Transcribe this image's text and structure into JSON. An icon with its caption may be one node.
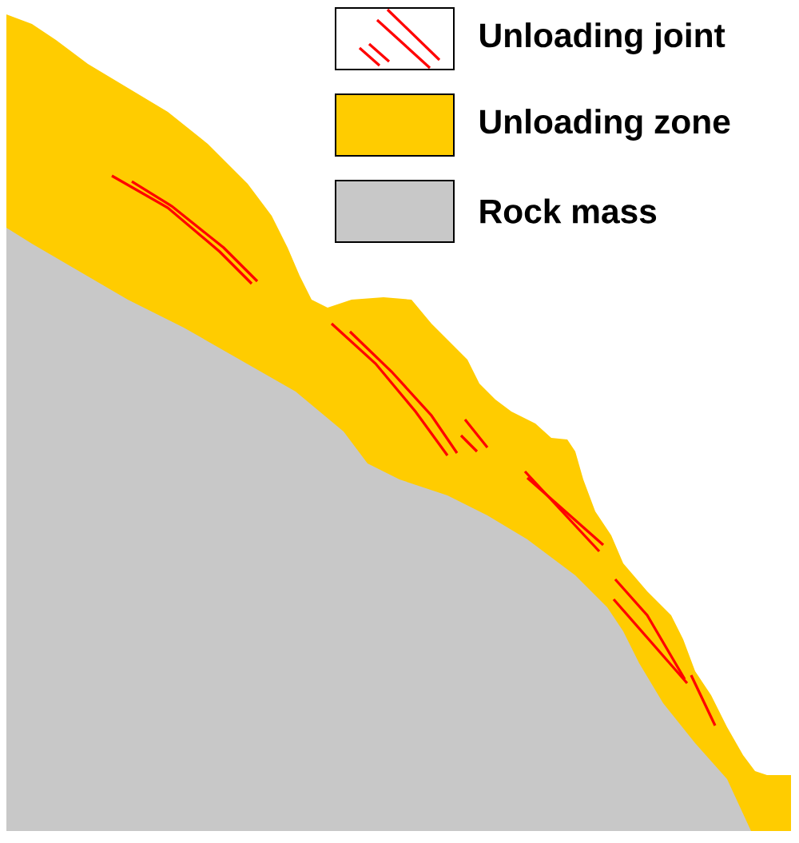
{
  "diagram": {
    "legend": [
      {
        "text": "Unloading joint"
      },
      {
        "text": "Unloading zone",
        "color": "#ffcc00"
      },
      {
        "text": "Rock mass",
        "color": "#c8c8c8"
      }
    ]
  }
}
